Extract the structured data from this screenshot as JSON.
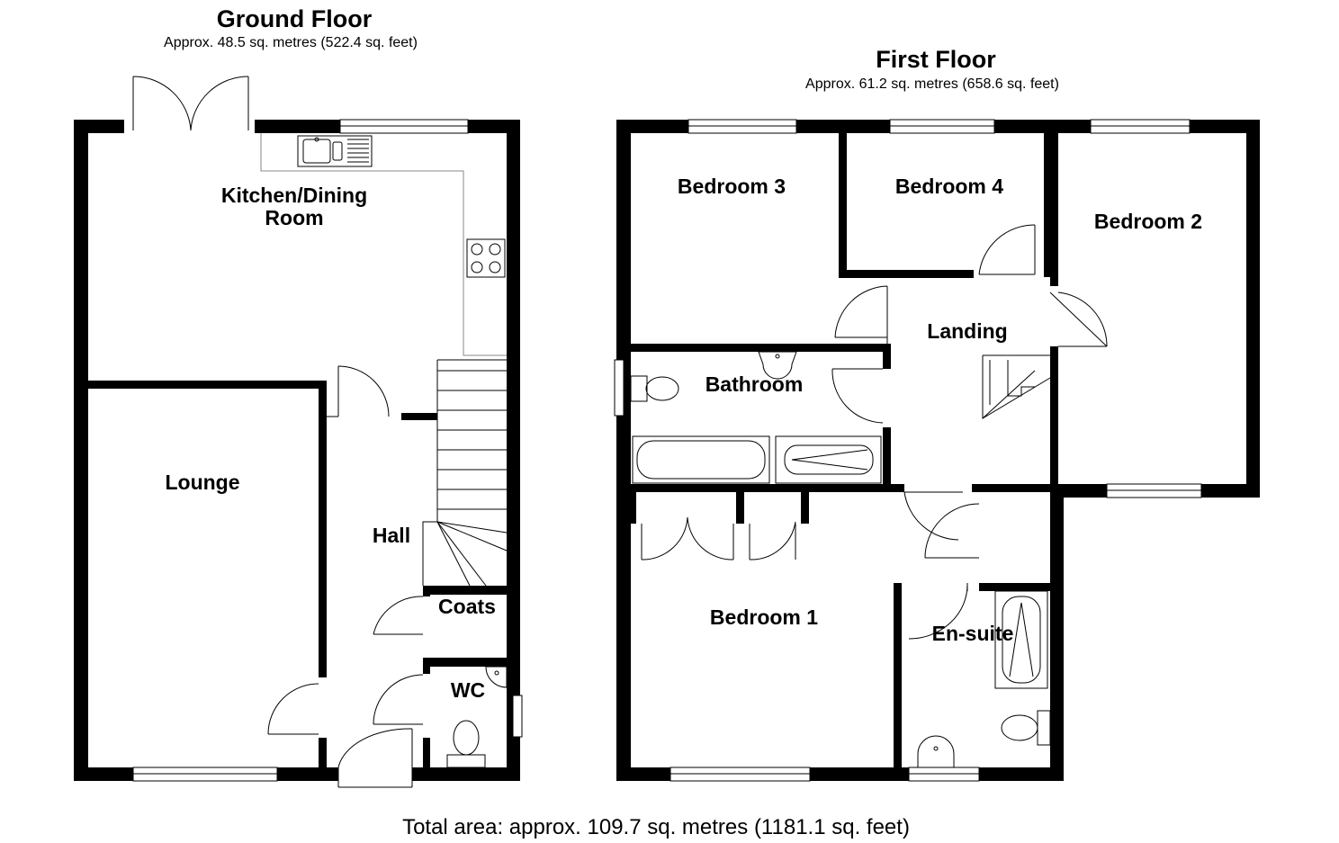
{
  "ground_floor": {
    "title": "Ground Floor",
    "area": "Approx. 48.5 sq. metres (522.4 sq. feet)",
    "rooms": {
      "kitchen_line1": "Kitchen/Dining",
      "kitchen_line2": "Room",
      "lounge": "Lounge",
      "hall": "Hall",
      "coats": "Coats",
      "wc": "WC"
    }
  },
  "first_floor": {
    "title": "First Floor",
    "area": "Approx. 61.2 sq. metres (658.6 sq. feet)",
    "rooms": {
      "bedroom_3": "Bedroom 3",
      "bedroom_4": "Bedroom 4",
      "bedroom_2": "Bedroom 2",
      "landing": "Landing",
      "bathroom": "Bathroom",
      "bedroom_1": "Bedroom 1",
      "en_suite": "En-suite"
    }
  },
  "total_area": "Total area: approx. 109.7 sq. metres (1181.1 sq. feet)"
}
